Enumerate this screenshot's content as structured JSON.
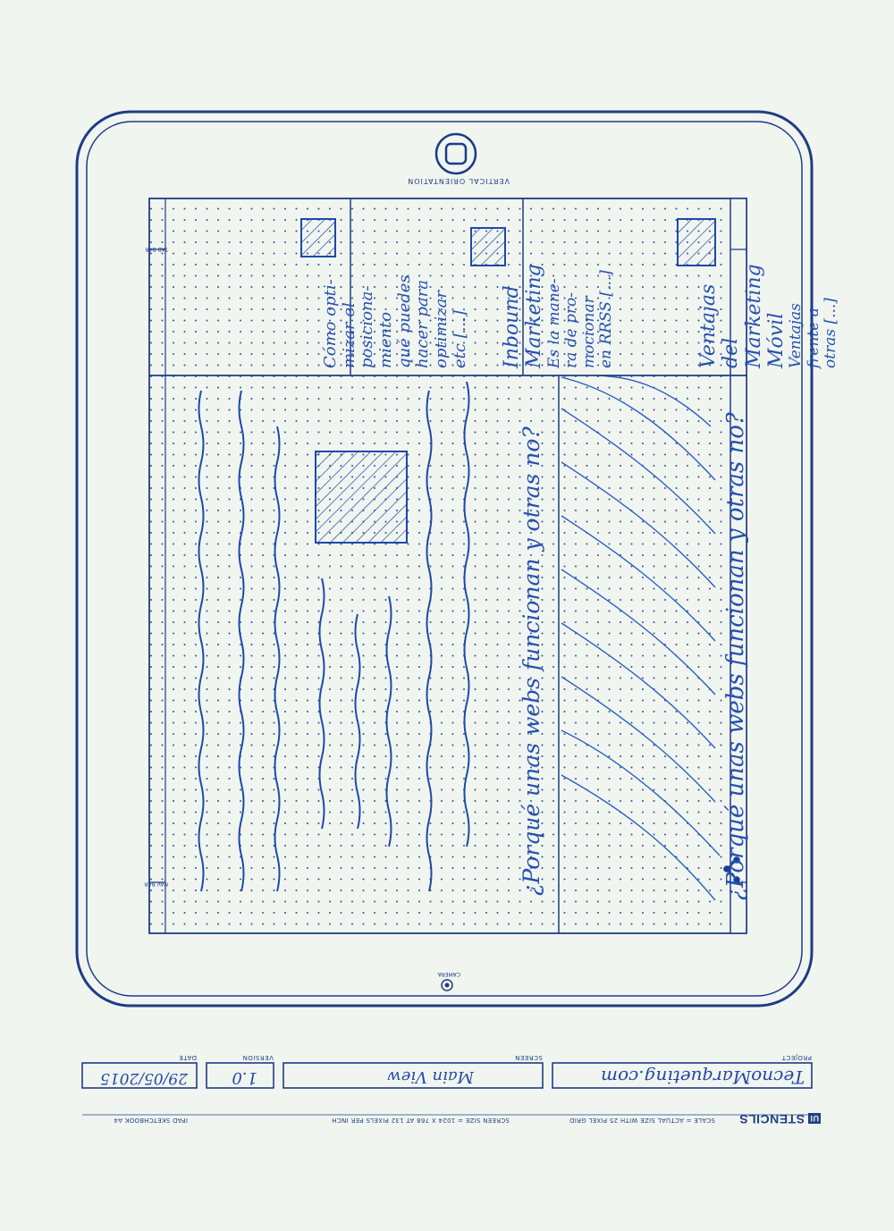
{
  "footer": {
    "brand": "STENCILS",
    "brand_badge": "UI",
    "scale_text": "SCALE = ACTUAL SIZE WITH 25 PIXEL GRID",
    "screen_size_text": "SCREEN SIZE = 1024 X 768 AT 132 PIXELS PER INCH",
    "sketchbook_text": "IPAD SKETCHBOOK A4",
    "labels": {
      "project": "PROJECT",
      "screen": "SCREEN",
      "version": "VERSION",
      "date": "DATE"
    },
    "values": {
      "project": "TecnoMarqueting.com",
      "screen": "Main View",
      "version": "1.0",
      "date": "29/05/2015"
    }
  },
  "device": {
    "orientation_label": "VERTICAL ORIENTATION",
    "tab_bar_label": "TAB BAR",
    "nav_bar_label": "NAV BAR",
    "camera_label": "CAMERA"
  },
  "wireframe": {
    "nav_title": "¿Porqué unas webs funcionan y otras no?",
    "article_title": "¿Porqué unas webs funcionan y otras no?",
    "side_items": [
      {
        "lines": [
          "Ventajas",
          "del",
          "Marketing",
          "Móvil",
          "Ventajas",
          "frente a",
          "otras [...]"
        ]
      },
      {
        "lines": [
          "Inbound",
          "Marketing",
          "Es la mane-",
          "ra de pro-",
          "mocionar",
          "en RRSS [...]"
        ]
      },
      {
        "lines": [
          "Cómo opti-",
          "mizar el",
          "posiciona-",
          "miento",
          "qué puedes",
          "hacer para",
          "optimizar",
          "etc [...]"
        ]
      }
    ]
  }
}
